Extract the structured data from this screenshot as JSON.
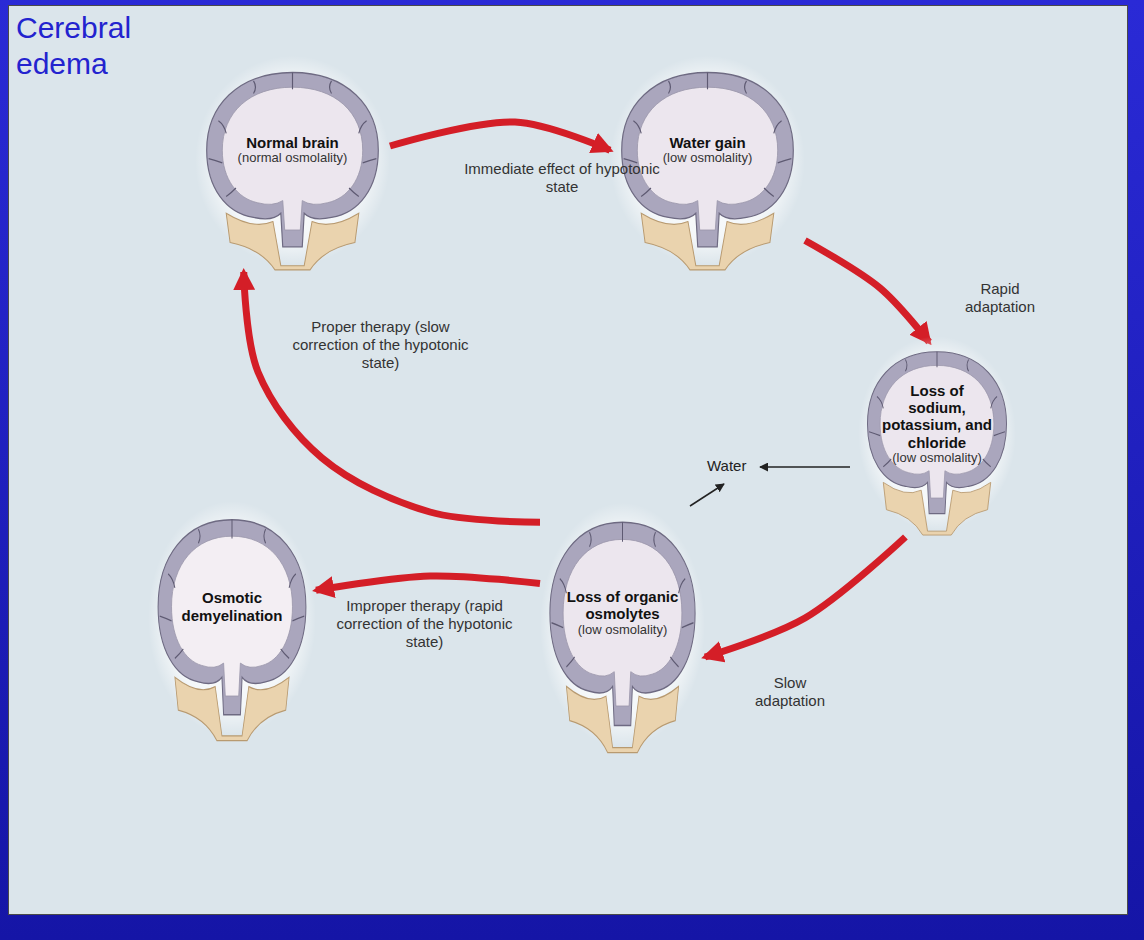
{
  "diagram": {
    "title": "Cerebral edema",
    "nodes": [
      {
        "text": [
          "Normal brain",
          "(normal osmolality)"
        ]
      },
      {
        "text": [
          "Water gain",
          "(low osmolality)"
        ]
      },
      {
        "text": [
          "Loss of sodium, potassium, and chloride",
          "(low osmolality)"
        ]
      },
      {
        "text": [
          "Loss of organic osmolytes",
          "(low osmolality)"
        ]
      },
      {
        "text": [
          "Osmotic demyelination"
        ]
      }
    ],
    "edges": [
      {
        "from": 0,
        "to": 1,
        "arrow": "to",
        "label": "Immediate effect of hypotonic state"
      },
      {
        "from": 1,
        "to": 2,
        "arrow": "to",
        "label": "Rapid adaptation"
      },
      {
        "from": 2,
        "to": 3,
        "arrow": "to",
        "label": "Slow adaptation"
      },
      {
        "from": 3,
        "to": 0,
        "arrow": "to",
        "label": "Proper therapy (slow correction of the hypotonic state)"
      },
      {
        "from": 3,
        "to": 4,
        "arrow": "to",
        "label": "Improper therapy (rapid correction of the hypotonic state)"
      }
    ],
    "labels": [
      "Water"
    ]
  }
}
